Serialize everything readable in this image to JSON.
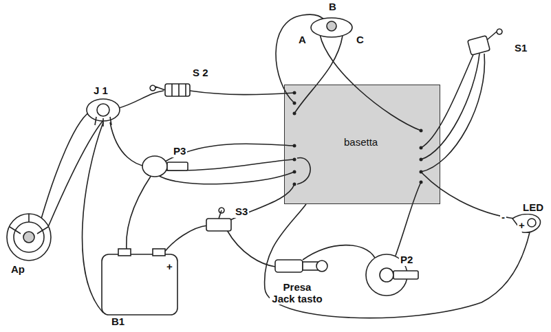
{
  "diagram": {
    "nodes": [
      {
        "text": [
          "basetta"
        ]
      }
    ],
    "labels": [
      "B",
      "A",
      "C",
      "S 2",
      "S1",
      "J 1",
      "P3",
      "Ap",
      "LED",
      "-",
      "+",
      "S3",
      "+",
      "B1",
      "Presa Jack tasto",
      "P2"
    ]
  }
}
